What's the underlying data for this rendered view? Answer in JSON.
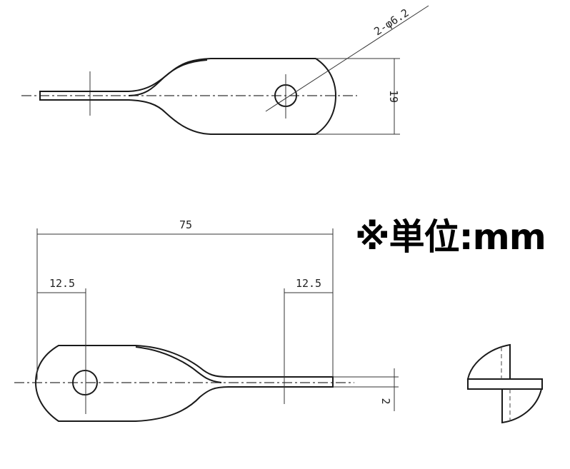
{
  "unit_note": "※単位:mm",
  "dimensions": {
    "hole": "2-φ6.2",
    "width": "19",
    "length": "75",
    "left_offset": "12.5",
    "right_offset": "12.5",
    "thickness": "2"
  }
}
